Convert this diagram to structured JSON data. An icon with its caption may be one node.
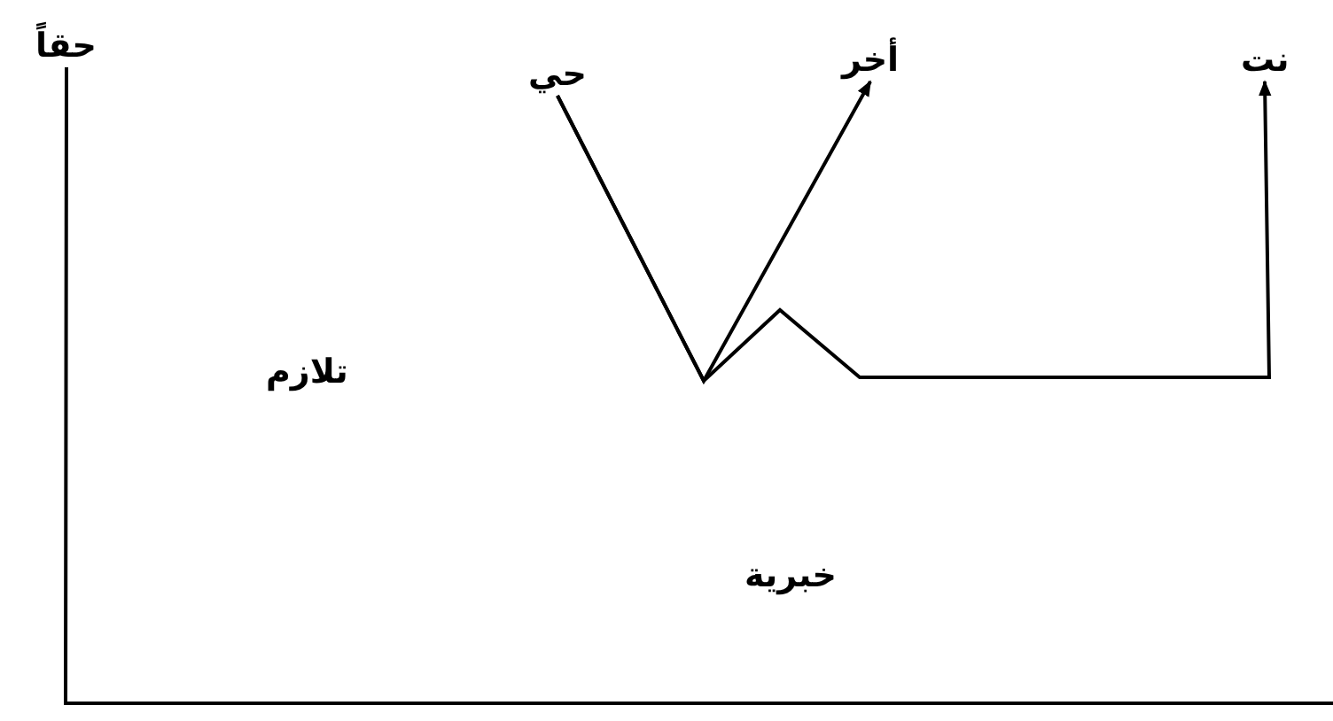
{
  "diagram": {
    "nodes": [
      {
        "text": [
          "حقاً"
        ]
      },
      {
        "text": [
          "حي"
        ]
      },
      {
        "text": [
          "أخر"
        ]
      },
      {
        "text": [
          "نت"
        ]
      }
    ],
    "edges": [
      {
        "from": 1,
        "to": 2,
        "arrow": "to"
      },
      {
        "from": 1,
        "to": 3,
        "arrow": "to"
      },
      {
        "from": 0,
        "to": null,
        "arrow": "none"
      }
    ],
    "labels": [
      "تلازم",
      "خبرية"
    ]
  }
}
